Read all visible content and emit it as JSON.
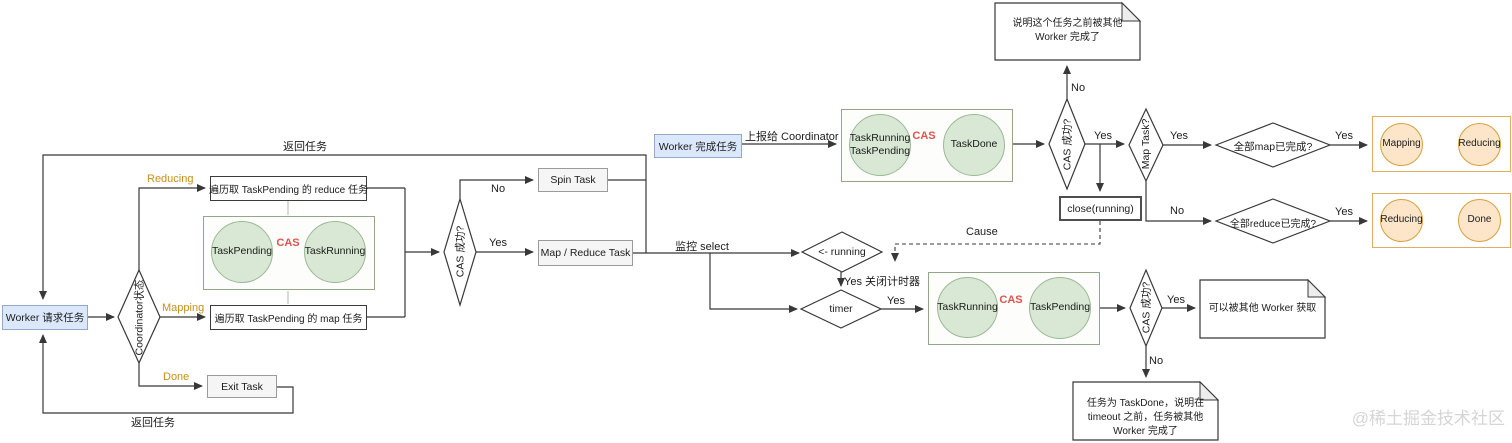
{
  "watermark": "@稀土掘金技术社区",
  "labels": {
    "return_top": "返回任务",
    "return_bottom": "返回任务",
    "reducing": "Reducing",
    "mapping": "Mapping",
    "done": "Done",
    "no_cas_left": "No",
    "yes_cas_left": "Yes",
    "monitor_select": "监控 select",
    "report_to_coordinator": "上报给 Coordinator",
    "no_cas_top": "No",
    "yes_cas_top": "Yes",
    "yes_map_task": "Yes",
    "no_map_task": "No",
    "yes_all_map": "Yes",
    "yes_all_reduce": "Yes",
    "cause": "Cause",
    "yes_close_timer": "Yes 关闭计时器",
    "yes_timer": "Yes",
    "yes_cas_bottom": "Yes",
    "no_cas_bottom": "No"
  },
  "nodes": {
    "worker_request": "Worker 请求任务",
    "coordinator_state": "Coordinator状态",
    "reduce_scan": "遍历取 TaskPending 的 reduce 任务",
    "map_scan": "遍历取 TaskPending 的 map 任务",
    "exit_task": "Exit Task",
    "cas_left": "CAS 成功?",
    "spin_task": "Spin Task",
    "map_reduce_task": "Map / Reduce Task",
    "worker_done": "Worker 完成任务",
    "cas_top": "CAS 成功?",
    "map_task": "Map Task?",
    "close_running": "close(running)",
    "all_map_done": "全部map已完成?",
    "all_reduce_done": "全部reduce已完成?",
    "running_recv": "<- running",
    "timer": "timer",
    "cas_bottom": "CAS 成功?"
  },
  "state_groups": {
    "left": {
      "from": "TaskPending",
      "op": "CAS",
      "to": "TaskRunning"
    },
    "top": {
      "from_line1": "TaskRunning",
      "from_line2": "TaskPending",
      "op": "CAS",
      "to": "TaskDone"
    },
    "bottom": {
      "from": "TaskRunning",
      "op": "CAS",
      "to": "TaskPending"
    },
    "map_phase": {
      "from": "Mapping",
      "to": "Reducing"
    },
    "reduce_phase": {
      "from": "Reducing",
      "to": "Done"
    }
  },
  "notes": {
    "done_by_other": "说明这个任务之前被其他 Worker 完成了",
    "acquirable": "可以被其他 Worker 获取",
    "timeout_done": "任务为 TaskDone，说明在 timeout 之前，任务被其他 Worker 完成了"
  },
  "colors": {
    "blue_fill": "#dbe8fb",
    "blue_border": "#93a9c7",
    "green_fill": "#d8e8d4",
    "green_border": "#9cb894",
    "green_container_border": "#93a788",
    "orange_fill": "#fce5c9",
    "orange_border": "#d7a03c",
    "orange_container_border": "#dfae63",
    "gray_fill": "#f5f5f5",
    "cas_red": "#e0524e",
    "branch_orange": "#c88f1a",
    "line": "#383838"
  }
}
